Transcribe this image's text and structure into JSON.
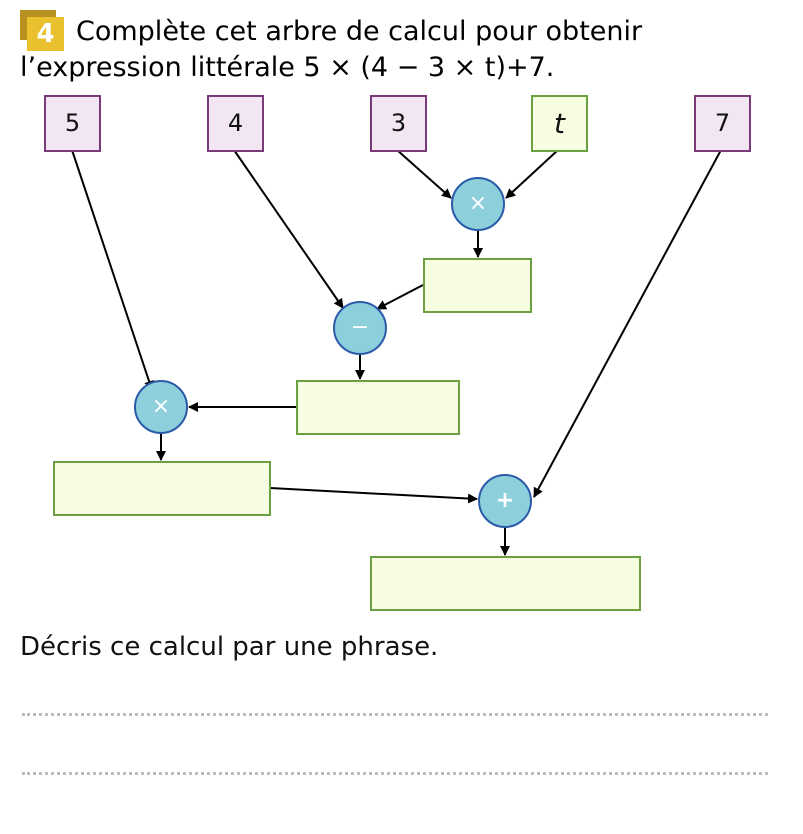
{
  "exercise": {
    "number": "4",
    "line1": "Complète cet arbre de calcul pour obtenir",
    "line2": "l’expression littérale 5 × (4 − 3 × t)+7."
  },
  "leaves": [
    "5",
    "4",
    "3",
    "t",
    "7"
  ],
  "operators": {
    "mul_top": "×",
    "minus": "−",
    "mul_left": "×",
    "plus": "+"
  },
  "question": "Décris ce calcul par une phrase.",
  "colors": {
    "leaf_fill": "#f3e6f3",
    "result_fill": "#f6fde0",
    "operator_fill": "#8ecfdc",
    "badge": "#e9c12e"
  }
}
